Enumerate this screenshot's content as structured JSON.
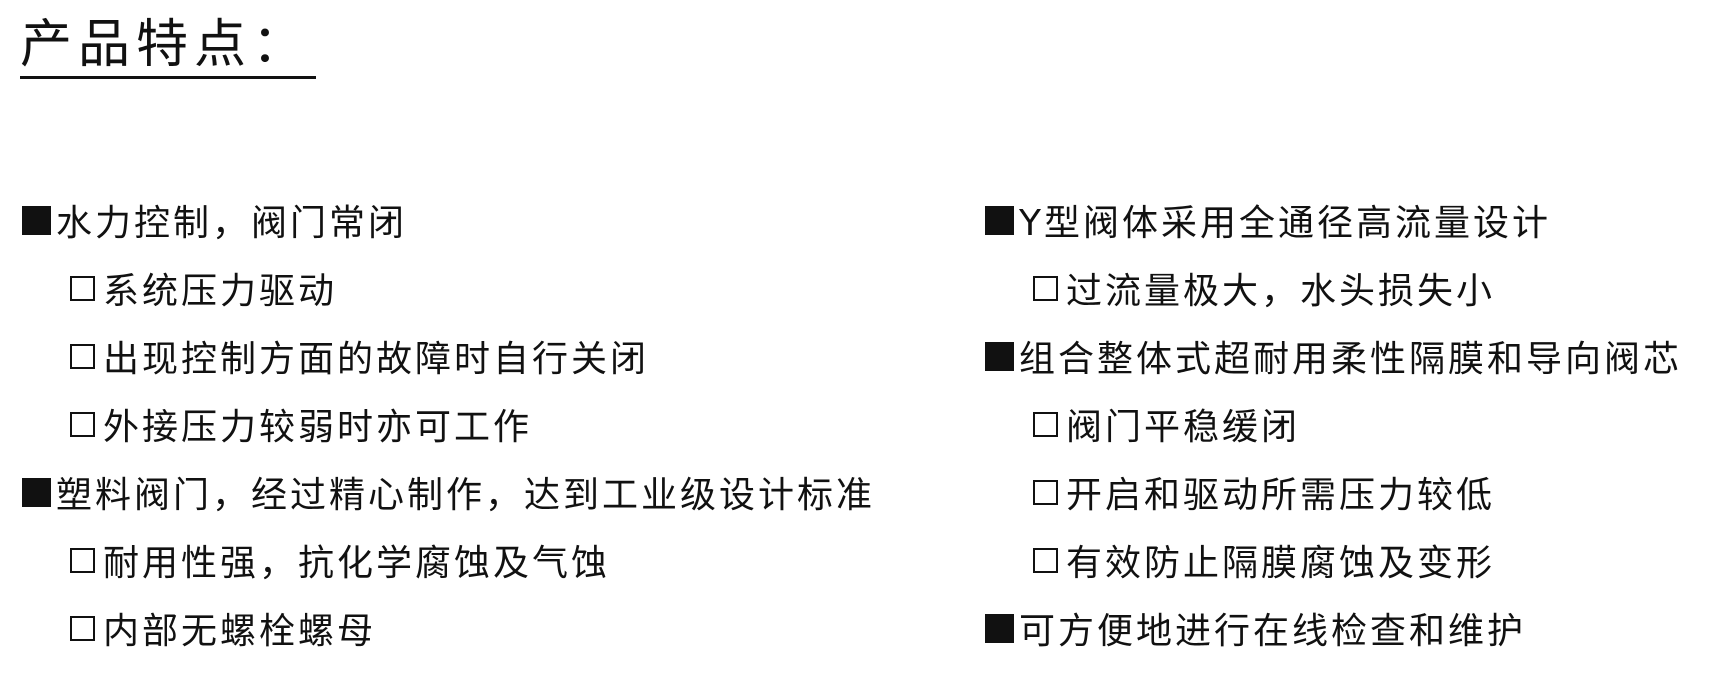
{
  "title": "产品特点：",
  "left_column": [
    {
      "level": "main",
      "text": "水力控制，阀门常闭"
    },
    {
      "level": "sub",
      "text": "系统压力驱动"
    },
    {
      "level": "sub",
      "text": "出现控制方面的故障时自行关闭"
    },
    {
      "level": "sub",
      "text": "外接压力较弱时亦可工作"
    },
    {
      "level": "main",
      "text": "塑料阀门，经过精心制作，达到工业级设计标准"
    },
    {
      "level": "sub",
      "text": "耐用性强，抗化学腐蚀及气蚀"
    },
    {
      "level": "sub",
      "text": "内部无螺栓螺母"
    }
  ],
  "right_column": [
    {
      "level": "main",
      "text": "Y型阀体采用全通径高流量设计"
    },
    {
      "level": "sub",
      "text": "过流量极大，水头损失小"
    },
    {
      "level": "main",
      "text": "组合整体式超耐用柔性隔膜和导向阀芯"
    },
    {
      "level": "sub",
      "text": "阀门平稳缓闭"
    },
    {
      "level": "sub",
      "text": "开启和驱动所需压力较低"
    },
    {
      "level": "sub",
      "text": "有效防止隔膜腐蚀及变形"
    },
    {
      "level": "main",
      "text": "可方便地进行在线检查和维护"
    }
  ]
}
